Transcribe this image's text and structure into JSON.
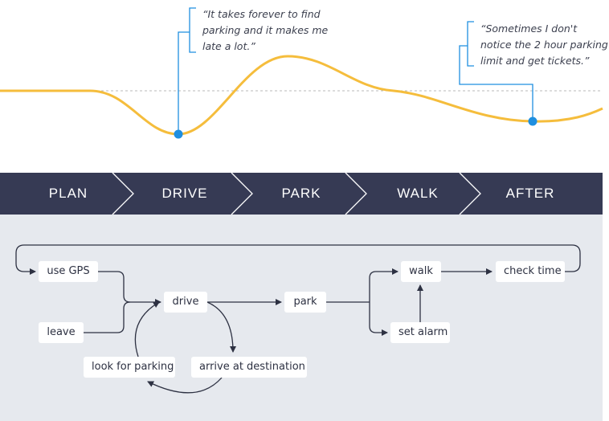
{
  "quotes": [
    "“It takes forever to find parking and it makes me late a lot.”",
    "“Sometimes I don't notice the 2 hour parking limit and get tickets.”"
  ],
  "phases": [
    "PLAN",
    "DRIVE",
    "PARK",
    "WALK",
    "AFTER"
  ],
  "nodes": {
    "use_gps": "use GPS",
    "leave": "leave",
    "drive": "drive",
    "park": "park",
    "walk": "walk",
    "check_time": "check time",
    "set_alarm": "set alarm",
    "arrive": "arrive at destination",
    "look_for_parking": "look for parking"
  },
  "colors": {
    "curve": "#f5bd3c",
    "marker": "#1f8fe0",
    "callout": "#1f8fe0",
    "phase_bar": "#363a54",
    "flow_bg": "#e6e9ee",
    "arrow": "#2d3142"
  }
}
